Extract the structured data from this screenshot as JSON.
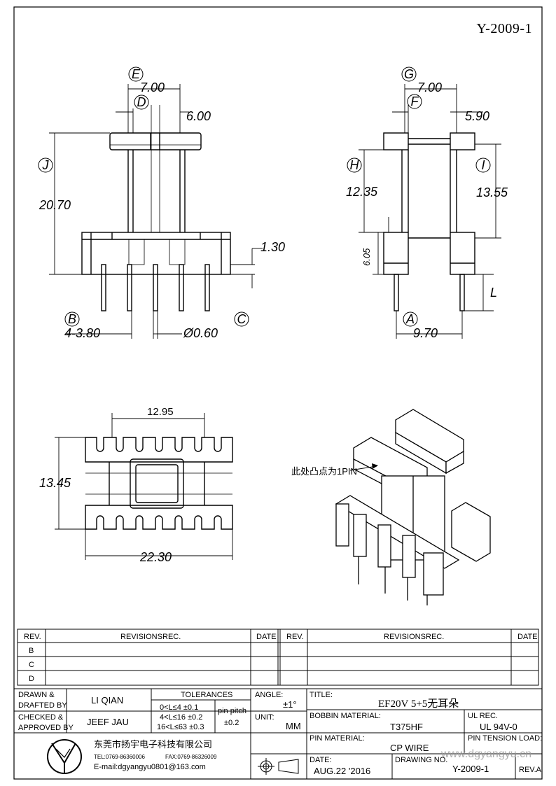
{
  "document_number": "Y-2009-1",
  "views": {
    "front": {
      "labels": {
        "E": "E",
        "D": "D",
        "J": "J",
        "B": "B",
        "C": "C"
      },
      "dim_top": "7.00",
      "dim_right": "6.00",
      "dim_height": "20.70",
      "dim_base": "1.30",
      "dim_pin_spacing": "4-3.80",
      "dim_pin_dia": "Ø0.60"
    },
    "side": {
      "labels": {
        "G": "G",
        "F": "F",
        "H": "H",
        "I": "I",
        "A": "A",
        "L": "L"
      },
      "dim_top": "7.00",
      "dim_right": "5.90",
      "dim_left_h": "12.35",
      "dim_right_h": "13.55",
      "dim_base": "6.05",
      "dim_bottom": "9.70"
    },
    "top": {
      "dim_inner": "12.95",
      "dim_height": "13.45",
      "dim_width": "22.30"
    },
    "iso": {
      "note": "此处凸点为1PIN"
    }
  },
  "revisions": {
    "headers": {
      "rev": "REV.",
      "revisions": "REVISIONS",
      "rec": "REC.",
      "date": "DATE"
    },
    "rows": [
      "B",
      "C",
      "D"
    ]
  },
  "title_block": {
    "drawn_label_1": "DRAWN &",
    "drawn_label_2": "DRAFTED BY",
    "drawn_by": "LI QIAN",
    "checked_label_1": "CHECKED &",
    "checked_label_2": "APPROVED BY",
    "checked_by": "JEEF JAU",
    "tolerances_label": "TOLERANCES",
    "tol_1": "0<L≤4    ±0.1",
    "tol_2": "4<L≤16  ±0.2",
    "tol_3": "16<L≤63 ±0.3",
    "pin_pitch_label": "pin pitch",
    "pin_pitch_value": "±0.2",
    "angle_label": "ANGLE:",
    "angle_value": "±1°",
    "unit_label": "UNIT:",
    "unit_value": "MM",
    "title_label": "TITLE:",
    "title_value": "EF20V 5+5无耳朵",
    "bobbin_label": "BOBBIN MATERIAL:",
    "bobbin_value": "T375HF",
    "ul_label": "UL REC.",
    "ul_value": "UL 94V-0",
    "pin_material_label": "PIN MATERIAL:",
    "pin_material_value": "CP WIRE",
    "pin_tension_label": "PIN TENSION LOAD:",
    "date_label": "DATE:",
    "date_value": "AUG.22 '2016",
    "drawing_no_label": "DRAWING NO.",
    "drawing_no_value": "Y-2009-1",
    "rev_label": "REV.A",
    "company_name": "东莞市扬宇电子科技有限公司",
    "company_tel": "TEL:0769-86360006",
    "company_fax": "FAX:0769-86326009",
    "company_email": "E-mail:dgyangyu0801@163.com",
    "watermark": "www.dgyangyu.cn"
  }
}
